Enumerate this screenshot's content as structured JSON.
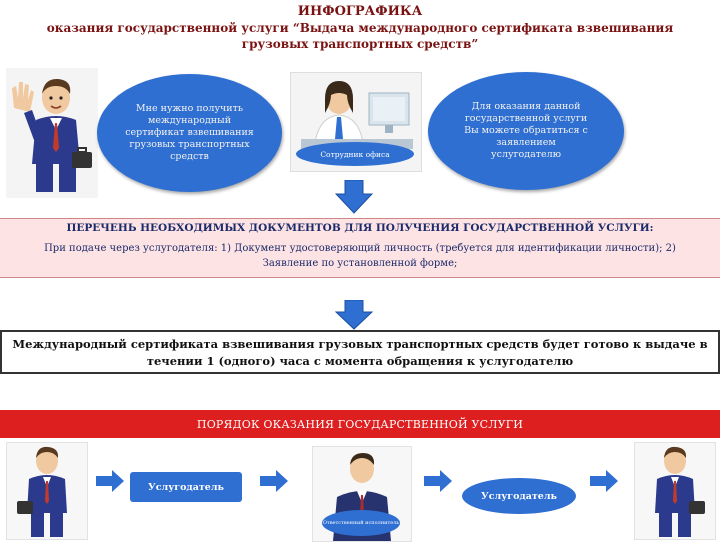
{
  "header": {
    "title": "ИНФОГРАФИКА",
    "subtitle": "оказания государственной услуги “Выдача международного сертификата взвешивания грузовых транспортных средств”"
  },
  "top_section": {
    "citizen_bubble": "Мне нужно получить международный сертификат взвешивания грузовых транспортных средств",
    "officer_label": "Сотрудник офиса",
    "response_bubble": "Для оказания данной государственной услуги Вы можете обратиться с заявлением услугодателю"
  },
  "documents": {
    "title": "ПЕРЕЧЕНЬ НЕОБХОДИМЫХ ДОКУМЕНТОВ ДЛЯ ПОЛУЧЕНИЯ ГОСУДАРСТВЕННОЙ УСЛУГИ:",
    "text": "При подаче через услугодателя: 1) Документ удостоверяющий личность (требуется для идентификации личности); 2) Заявление по установленной форме;"
  },
  "result": {
    "text": "Международный сертификата взвешивания грузовых транспортных средств будет готово к выдаче в течении 1 (одного) часа с момента обращения к услугодателю"
  },
  "procedure": {
    "title": "ПОРЯДОК ОКАЗАНИЯ ГОСУДАРСТВЕННОЙ УСЛУГИ",
    "left_label": "Услугодатель",
    "right_label": "Услугодатель",
    "center_label": "Ответственный исполнитель"
  },
  "colors": {
    "accent_blue": "#2f6fd2",
    "title_red": "#7a1212",
    "band_red": "#dd1f1f",
    "docs_bg": "#fde3e3"
  }
}
